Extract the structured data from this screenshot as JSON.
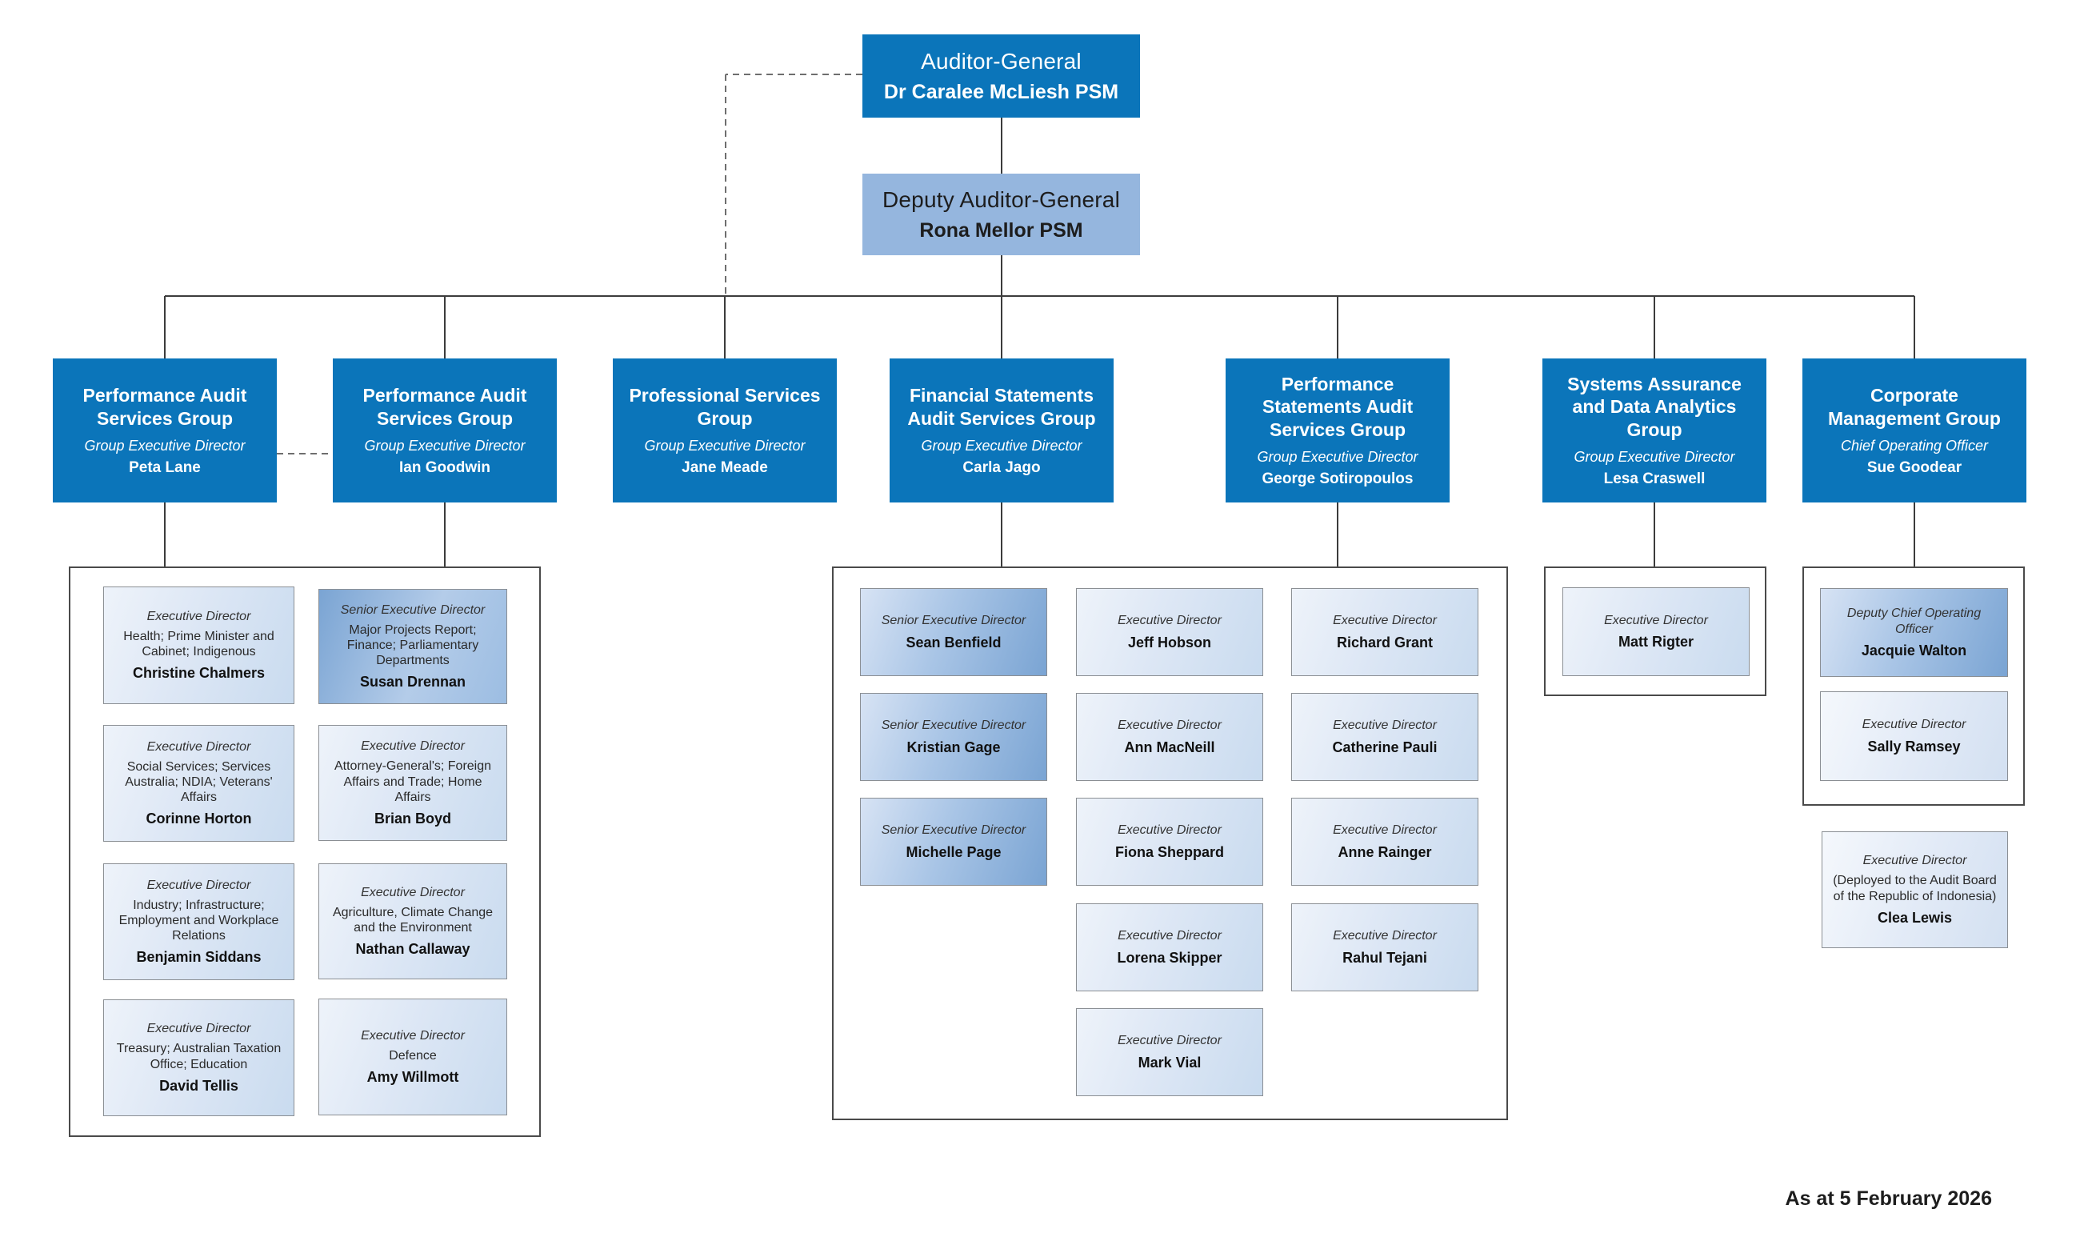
{
  "org": {
    "auditor_general": {
      "title": "Auditor-General",
      "name": "Dr Caralee McLiesh PSM"
    },
    "deputy_auditor_general": {
      "title": "Deputy Auditor-General",
      "name": "Rona Mellor PSM"
    },
    "groups": [
      {
        "title": "Performance Audit Services Group",
        "role": "Group Executive Director",
        "name": "Peta Lane"
      },
      {
        "title": "Performance Audit Services Group",
        "role": "Group Executive Director",
        "name": "Ian Goodwin"
      },
      {
        "title": "Professional Services Group",
        "role": "Group Executive Director",
        "name": "Jane Meade"
      },
      {
        "title": "Financial Statements Audit Services Group",
        "role": "Group Executive Director",
        "name": "Carla Jago"
      },
      {
        "title": "Performance Statements Audit Services Group",
        "role": "Group Executive Director",
        "name": "George Sotiropoulos"
      },
      {
        "title": "Systems Assurance and Data Analytics Group",
        "role": "Group Executive Director",
        "name": "Lesa Craswell"
      },
      {
        "title": "Corporate Management Group",
        "role": "Chief Operating Officer",
        "name": "Sue Goodear"
      }
    ],
    "pasg_column1": [
      {
        "role": "Executive Director",
        "portfolio": "Health; Prime Minister and Cabinet; Indigenous",
        "name": "Christine Chalmers"
      },
      {
        "role": "Executive Director",
        "portfolio": "Social Services; Services Australia; NDIA; Veterans' Affairs",
        "name": "Corinne Horton"
      },
      {
        "role": "Executive Director",
        "portfolio": "Industry; Infrastructure; Employment and Workplace Relations",
        "name": "Benjamin Siddans"
      },
      {
        "role": "Executive Director",
        "portfolio": "Treasury; Australian Taxation Office; Education",
        "name": "David Tellis"
      }
    ],
    "pasg_column2": [
      {
        "role": "Senior Executive Director",
        "portfolio": "Major Projects Report; Finance; Parliamentary Departments",
        "name": "Susan Drennan"
      },
      {
        "role": "Executive Director",
        "portfolio": "Attorney-General's; Foreign Affairs and Trade; Home Affairs",
        "name": "Brian Boyd"
      },
      {
        "role": "Executive Director",
        "portfolio": "Agriculture, Climate Change and the Environment",
        "name": "Nathan Callaway"
      },
      {
        "role": "Executive Director",
        "portfolio": "Defence",
        "name": "Amy Willmott"
      }
    ],
    "fsasg_column1": [
      {
        "role": "Senior Executive Director",
        "name": "Sean Benfield"
      },
      {
        "role": "Senior Executive Director",
        "name": "Kristian Gage"
      },
      {
        "role": "Senior Executive Director",
        "name": "Michelle Page"
      }
    ],
    "fsasg_column2": [
      {
        "role": "Executive Director",
        "name": "Jeff Hobson"
      },
      {
        "role": "Executive Director",
        "name": "Ann MacNeill"
      },
      {
        "role": "Executive Director",
        "name": "Fiona Sheppard"
      },
      {
        "role": "Executive Director",
        "name": "Lorena Skipper"
      },
      {
        "role": "Executive Director",
        "name": "Mark Vial"
      }
    ],
    "fsasg_column3": [
      {
        "role": "Executive Director",
        "name": "Richard Grant"
      },
      {
        "role": "Executive Director",
        "name": "Catherine Pauli"
      },
      {
        "role": "Executive Director",
        "name": "Anne Rainger"
      },
      {
        "role": "Executive Director",
        "name": "Rahul Tejani"
      }
    ],
    "sada_members": [
      {
        "role": "Executive Director",
        "name": "Matt Rigter"
      }
    ],
    "cmg_members": [
      {
        "role": "Deputy Chief Operating Officer",
        "name": "Jacquie Walton"
      },
      {
        "role": "Executive Director",
        "name": "Sally Ramsey"
      }
    ],
    "deployed": {
      "role": "Executive Director",
      "portfolio": "(Deployed to the Audit Board of the Republic of Indonesia)",
      "name": "Clea Lewis"
    },
    "footnote": "As at 5 February 2026"
  },
  "colors": {
    "group_blue": "#0b75ba",
    "deputy_blue": "#95b6de",
    "senior_gradient_blue": "#7aa4d3",
    "light_box_blue": "#c9dbef",
    "line_gray": "#3c3c3c"
  }
}
